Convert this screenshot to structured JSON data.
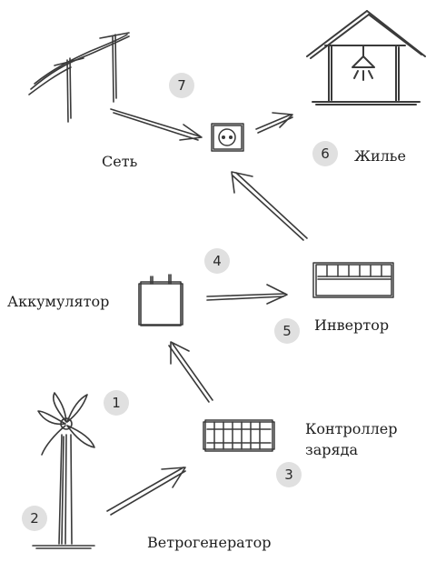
{
  "labels": {
    "grid": "Сеть",
    "house": "Жилье",
    "battery": "Аккумулятор",
    "inverter": "Инвертор",
    "controller_line1": "Контроллер",
    "controller_line2": "заряда",
    "wind_generator": "Ветрогенератор"
  },
  "badges": {
    "wind_generator": "1",
    "wind_generator_base": "2",
    "controller": "3",
    "battery": "4",
    "inverter": "5",
    "house": "6",
    "grid": "7"
  },
  "colors": {
    "stroke": "#3a3a3a",
    "badge_bg": "#e0e0e0",
    "text": "#1e1e1e"
  }
}
